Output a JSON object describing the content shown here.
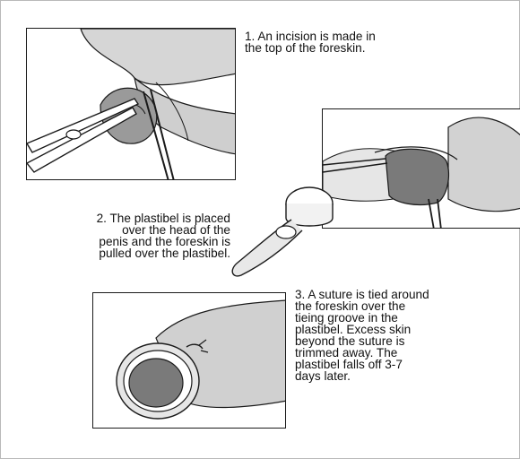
{
  "steps": [
    {
      "caption": "1. An incision is made in\nthe top of the foreskin."
    },
    {
      "caption": "2. The plastibel is placed\nover the head of the\npenis and the foreskin is\npulled over the plastibel."
    },
    {
      "caption": "3. A suture is tied around\nthe foreskin over the\ntieing groove in the\nplastibel.  Excess skin\nbeyond the suture is\ntrimmed away. The\nplastibel falls off 3-7\ndays later."
    }
  ],
  "colors": {
    "ink": "#1a1a1a",
    "skin_shade": "#c8c8c8",
    "dark_shade": "#7a7a7a",
    "background": "#ffffff"
  }
}
